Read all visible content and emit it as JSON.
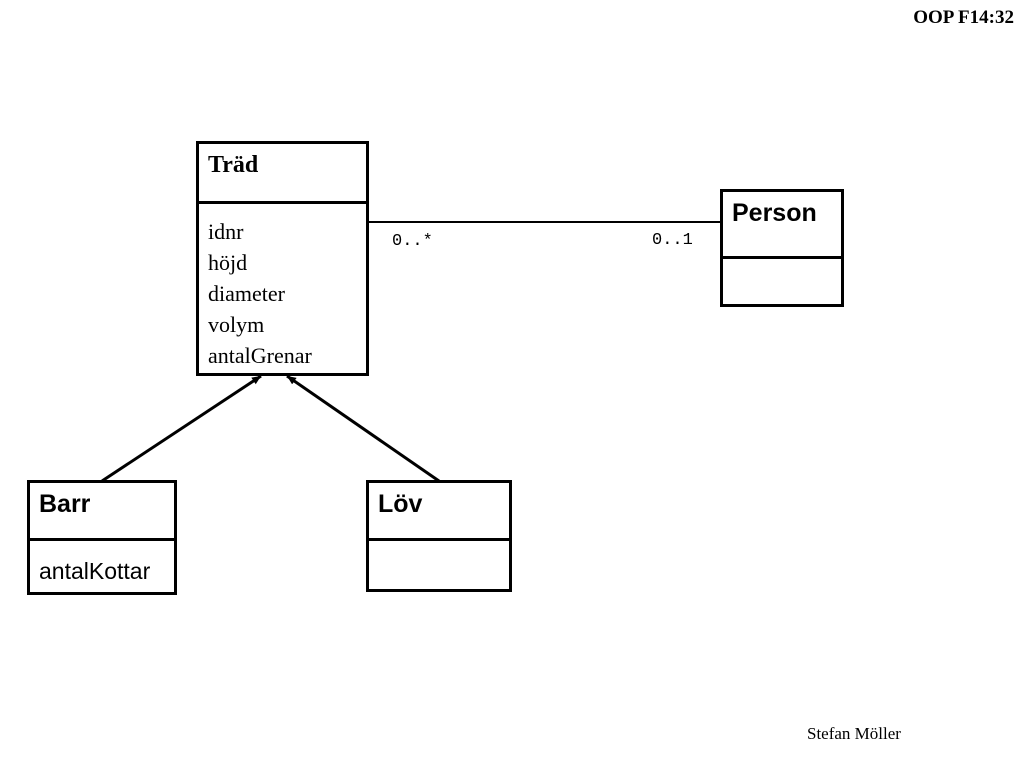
{
  "slide_label": "OOP F14:32",
  "author": "Stefan Möller",
  "classes": {
    "trad": {
      "name": "Träd",
      "attributes": [
        "idnr",
        "höjd",
        "diameter",
        "volym",
        "antalGrenar"
      ]
    },
    "person": {
      "name": "Person",
      "attributes": []
    },
    "barr": {
      "name": "Barr",
      "attributes": [
        "antalKottar"
      ]
    },
    "lov": {
      "name": "Löv",
      "attributes": []
    }
  },
  "association": {
    "trad_end_multiplicity": "0..*",
    "person_end_multiplicity": "0..1"
  },
  "generalizations": [
    {
      "from": "Barr",
      "to": "Träd"
    },
    {
      "from": "Löv",
      "to": "Träd"
    }
  ]
}
